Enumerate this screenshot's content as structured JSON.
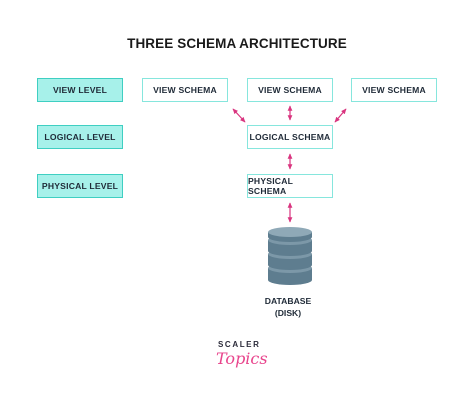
{
  "title": "THREE SCHEMA ARCHITECTURE",
  "levels": [
    "VIEW LEVEL",
    "LOGICAL LEVEL",
    "PHYSICAL LEVEL"
  ],
  "schemas": {
    "view": [
      "VIEW SCHEMA",
      "VIEW SCHEMA",
      "VIEW SCHEMA"
    ],
    "logical": "LOGICAL SCHEMA",
    "physical": "PHYSICAL SCHEMA"
  },
  "database": {
    "line1": "DATABASE",
    "line2": "(DISK)"
  },
  "logo": {
    "top": "SCALER",
    "bottom": "Topics"
  },
  "colors": {
    "level_fill": "#a7f1ea",
    "level_border": "#3fcfc2",
    "schema_border": "#86e6dd",
    "arrow": "#d9347f",
    "database": "#5e7d8f"
  }
}
